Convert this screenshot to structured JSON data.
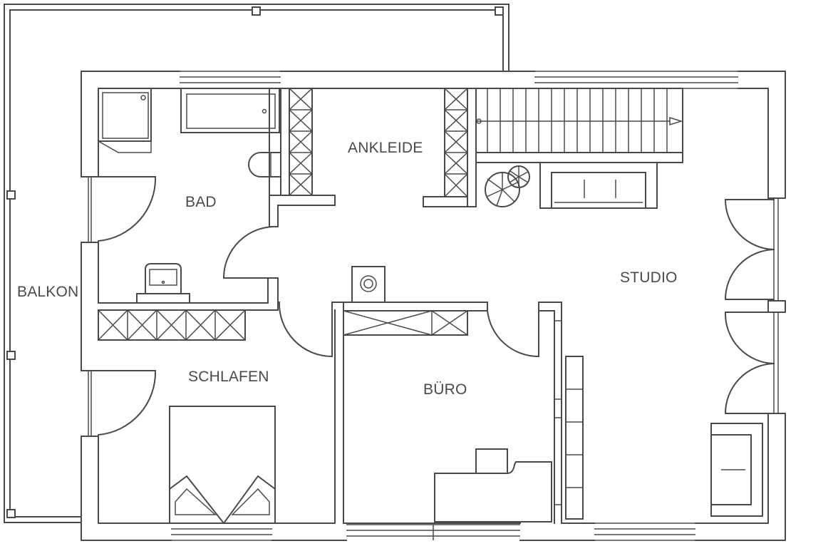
{
  "plan": {
    "rooms": {
      "balkon": "BALKON",
      "bad": "BAD",
      "ankleide": "ANKLEIDE",
      "studio": "STUDIO",
      "schlafen": "SCHLAFEN",
      "buero": "BÜRO"
    }
  }
}
